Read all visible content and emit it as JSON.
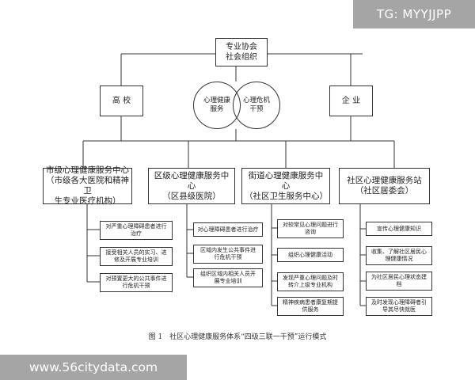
{
  "watermark_top": "TG: MYYJJPP",
  "watermark_bottom": "www.56citydata.com",
  "top_node": "专业协会\n社会组织",
  "side_nodes": {
    "left": "高 校",
    "right": "企 业"
  },
  "circles": {
    "left": "心理健康\n服务",
    "right": "心理危机\n干预"
  },
  "levels": [
    {
      "title": "市级心理健康服务中心\n（市级各大医院和精神卫\n生专业医疗机构）",
      "items": [
        "对严重心理障碍患者进行\n治疗",
        "接受相关人员的实习、进\n修及开展专业培训",
        "对预置更大的公共事件进\n行危机干预"
      ]
    },
    {
      "title": "区级心理健康服务中心\n（区县级医院）",
      "items": [
        "对心理障碍患者进行治疗",
        "区域内发生公共事件进\n行危机干预",
        "组织区域内相关人员开\n展专业培训"
      ]
    },
    {
      "title": "街道心理健康服务中心\n（社区卫生服务中心）",
      "items": [
        "对较常见心理问题进行\n咨询",
        "组织心理健康活动",
        "发现严重心理问题及时\n转介上级专业机构",
        "精神疾病患者康复期提\n供服务"
      ]
    },
    {
      "title": "社区心理健康服务站\n（社区居委会）",
      "items": [
        "宣传心理健康知识",
        "收集、了解社区居民心\n理健康情况",
        "为社区居民心理状态建\n档",
        "及时发现心理障碍者引\n导其尽快就医"
      ]
    }
  ],
  "caption": "图 1　社区心理健康服务体系“四级三联一干预”运行模式"
}
